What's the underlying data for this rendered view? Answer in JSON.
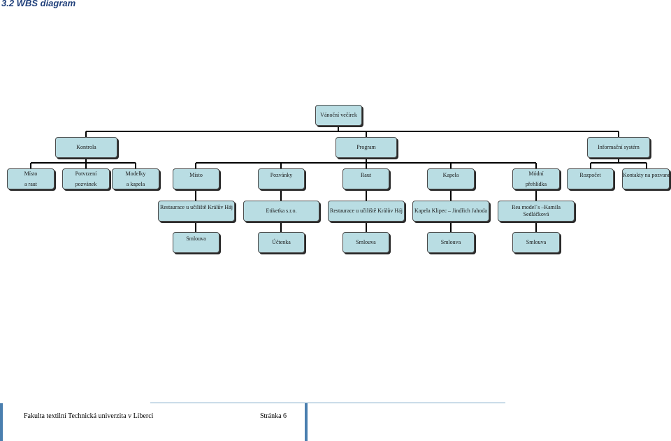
{
  "heading": "3.2 WBS diagram",
  "root": "Vánoční večírek",
  "level1": {
    "kontrola": "Kontrola",
    "program": "Program",
    "informacni": "Informační systém"
  },
  "level2": {
    "misto1": [
      "Místo",
      "a raut"
    ],
    "potvrzeni": [
      "Potvrzení",
      "pozvánek"
    ],
    "modelky": [
      "Modelky",
      "a kapela"
    ],
    "misto2": "Místo",
    "pozvanky": "Pozvánky",
    "raut": "Raut",
    "kapela": "Kapela",
    "modni": [
      "Módní",
      "přehlídka"
    ],
    "rozpocet": "Rozpočet",
    "kontakty": "Kontakty na pozvané"
  },
  "level3": {
    "restaurace1": "Restaurace u učiliště Králův Háj",
    "etiketka": "Etiketka s.r.o.",
    "restaurace2": "Restaurace u učiliště Králův Háj",
    "kapela_klipec": "Kapela Klipec – Jindřich Jahoda",
    "rea": [
      "Rea model´s –Kamila",
      "Sedláčková"
    ]
  },
  "level4": {
    "s1": "Smlouva",
    "uctenka": "Účtenka",
    "s2": "Smlouva",
    "s3": "Smlouva",
    "s4": "Smlouva"
  },
  "footer": {
    "left": "Fakulta textilní Technická univerzita v Liberci",
    "right": "Stránka 6"
  }
}
